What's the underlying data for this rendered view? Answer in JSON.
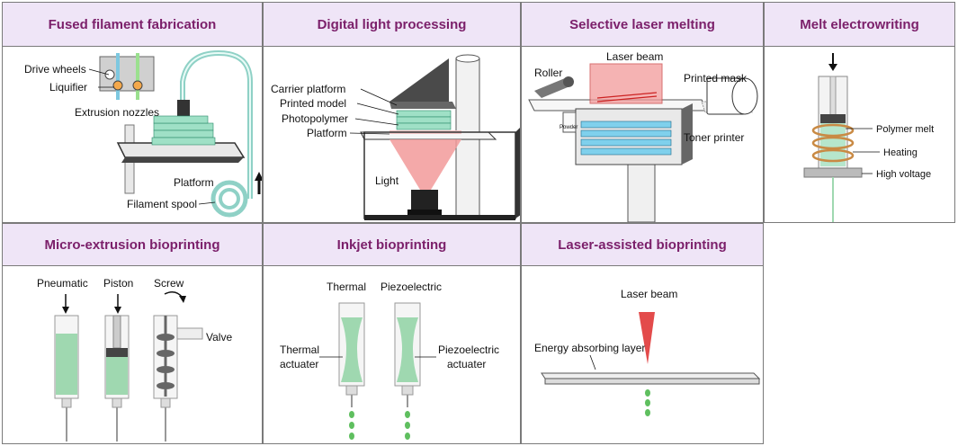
{
  "panels": {
    "ffe": {
      "title": "Fused filament fabrication",
      "labels": {
        "drive_wheels": "Drive wheels",
        "liquifier": "Liquifier",
        "extrusion_nozzles": "Extrusion nozzles",
        "platform": "Platform",
        "filament_spool": "Filament spool"
      }
    },
    "dlp": {
      "title": "Digital light processing",
      "labels": {
        "carrier_platform": "Carrier platform",
        "printed_model": "Printed model",
        "photopolymer": "Photopolymer",
        "platform": "Platform",
        "light": "Light"
      }
    },
    "slm": {
      "title": "Selective laser melting",
      "labels": {
        "laser_beam": "Laser beam",
        "roller": "Roller",
        "printed_mask": "Printed mask",
        "powder": "Powder",
        "toner_printer": "Toner printer"
      }
    },
    "mew": {
      "title": "Melt electrowriting",
      "labels": {
        "polymer_melt": "Polymer melt",
        "heating": "Heating",
        "high_voltage": "High voltage"
      }
    },
    "micro": {
      "title": "Micro-extrusion bioprinting",
      "labels": {
        "pneumatic": "Pneumatic",
        "piston": "Piston",
        "screw": "Screw",
        "valve": "Valve"
      }
    },
    "inkjet": {
      "title": "Inkjet bioprinting",
      "labels": {
        "thermal": "Thermal",
        "piezoelectric": "Piezoelectric",
        "thermal_actuater_1": "Thermal",
        "thermal_actuater_2": "actuater",
        "piezo_actuater_1": "Piezoelectric",
        "piezo_actuater_2": "actuater"
      }
    },
    "laser": {
      "title": "Laser-assisted bioprinting",
      "labels": {
        "laser_beam": "Laser beam",
        "energy_layer": "Energy absorbing layer"
      }
    }
  },
  "colors": {
    "header_bg": "#efe5f7",
    "header_text": "#7b1f6a",
    "green_fill": "#9fd8b0",
    "laser_red": "#e34b4b"
  }
}
